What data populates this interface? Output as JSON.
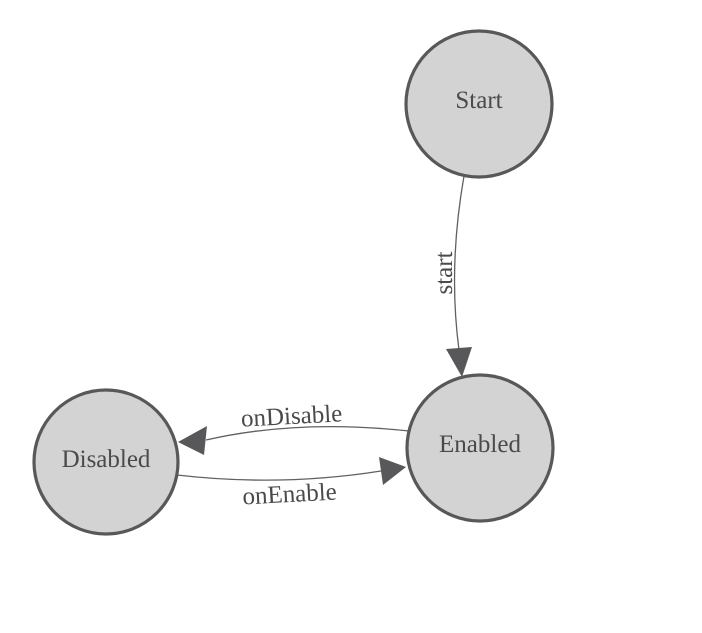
{
  "diagram": {
    "kind": "state-machine-graph",
    "colors": {
      "background": "#ffffff",
      "node_fill": "#d3d3d3",
      "node_border": "#58585a",
      "edge_line": "#606060",
      "arrowhead": "#58585a",
      "label": "#4a4a4a"
    },
    "nodes": [
      {
        "id": "start",
        "label": "Start"
      },
      {
        "id": "enabled",
        "label": "Enabled"
      },
      {
        "id": "disabled",
        "label": "Disabled"
      }
    ],
    "edges": [
      {
        "from": "Start",
        "to": "Enabled",
        "label": "start"
      },
      {
        "from": "Enabled",
        "to": "Disabled",
        "label": "onDisable"
      },
      {
        "from": "Disabled",
        "to": "Enabled",
        "label": "onEnable"
      }
    ]
  }
}
